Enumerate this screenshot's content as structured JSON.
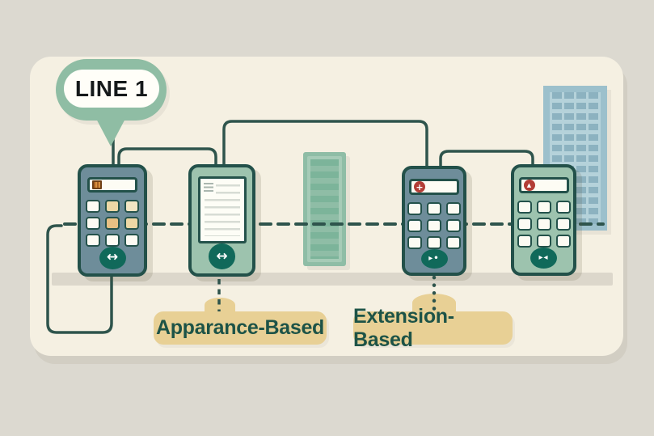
{
  "scene": {
    "callout": {
      "label": "LINE 1"
    },
    "labels": [
      {
        "id": "appearance",
        "text": "Apparance-Based"
      },
      {
        "id": "extension",
        "text": "Extension-Based"
      }
    ],
    "phones": [
      {
        "name": "phone-1",
        "variant": "dark",
        "display_icon": "ledger-icon",
        "action_icon": "double-arrow-icon",
        "action_glyph": "↔",
        "keypad_pattern": [
          "plain",
          "tan",
          "cream",
          "plain",
          "gold",
          "tan",
          "plain",
          "plain",
          "plain"
        ]
      },
      {
        "name": "phone-2",
        "variant": "green",
        "screen_icon": "document-list-icon",
        "action_icon": "double-arrow-icon",
        "action_glyph": "↔"
      },
      {
        "name": "phone-3",
        "variant": "dark",
        "display_icon": "plus-badge-icon",
        "badge_glyph": "+",
        "action_icon": "play-dot-icon",
        "action_glyph": "▸•",
        "keypad_pattern": [
          "plain",
          "plain",
          "plain",
          "plain",
          "plain",
          "plain",
          "plain",
          "plain",
          "plain"
        ]
      },
      {
        "name": "phone-4",
        "variant": "green",
        "display_icon": "alert-badge-icon",
        "badge_glyph": "▲",
        "action_icon": "facing-triangles-icon",
        "action_glyph": "▸◂",
        "keypad_pattern": [
          "plain",
          "plain",
          "plain",
          "plain",
          "plain",
          "plain",
          "plain",
          "plain",
          "plain"
        ]
      }
    ],
    "colors": {
      "background": "#dcd9d0",
      "card": "#f5f0e2",
      "line": "#2e544c",
      "bubble_green": "#8fbda4",
      "phone_dark": "#6e8d9a",
      "phone_green": "#9dc3ae",
      "action_button_green": "#10695a",
      "label_tan": "#e8d095",
      "label_text": "#1d5347",
      "badge_red": "#b33d36",
      "key_tan": "#e7c083",
      "building_green": "#8fbda6",
      "building_blue": "#9cc0cc",
      "shelf_gray": "#dcd7cb"
    }
  }
}
